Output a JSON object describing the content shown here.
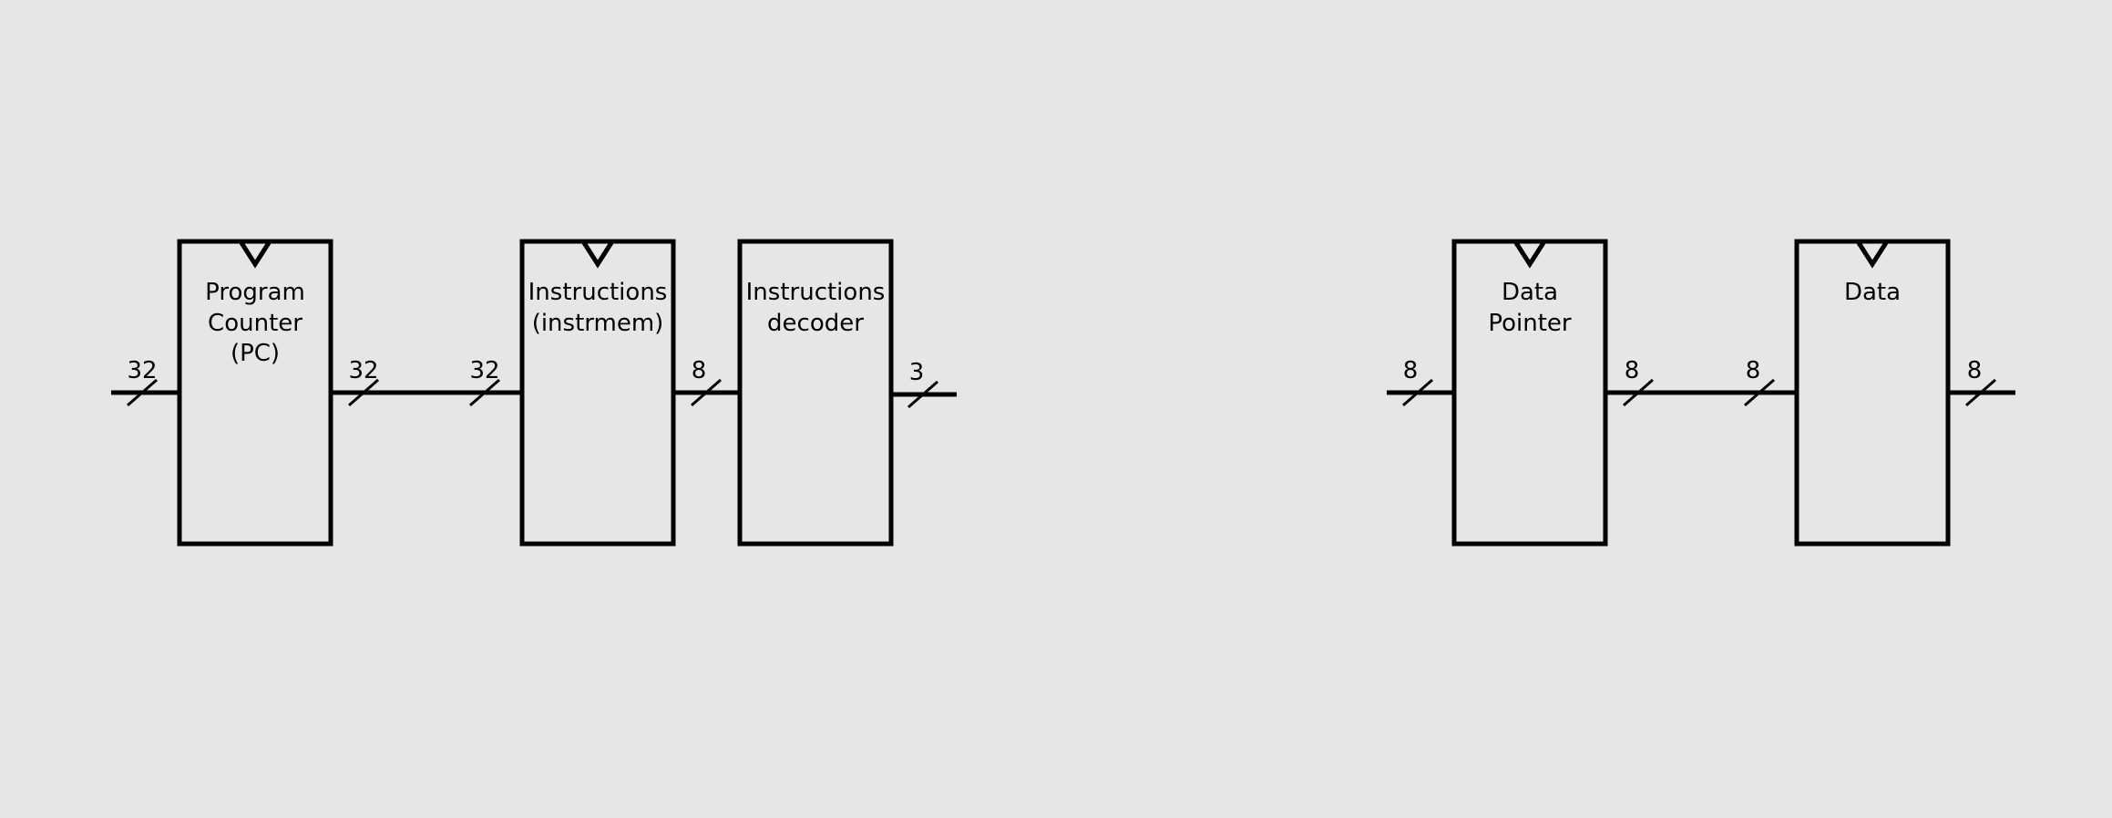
{
  "blocks": {
    "pc": {
      "line1": "Program",
      "line2": "Counter",
      "line3": "(PC)"
    },
    "instr": {
      "line1": "Instructions",
      "line2": "(instrmem)"
    },
    "decoder": {
      "line1": "Instructions",
      "line2": "decoder"
    },
    "dp": {
      "line1": "Data",
      "line2": "Pointer"
    },
    "data": {
      "line1": "Data"
    }
  },
  "buses": {
    "pc_in": "32",
    "pc_out": "32",
    "instr_in": "32",
    "instr_out": "8",
    "decoder_out": "3",
    "dp_in": "8",
    "dp_out": "8",
    "data_in": "8",
    "data_out": "8"
  }
}
